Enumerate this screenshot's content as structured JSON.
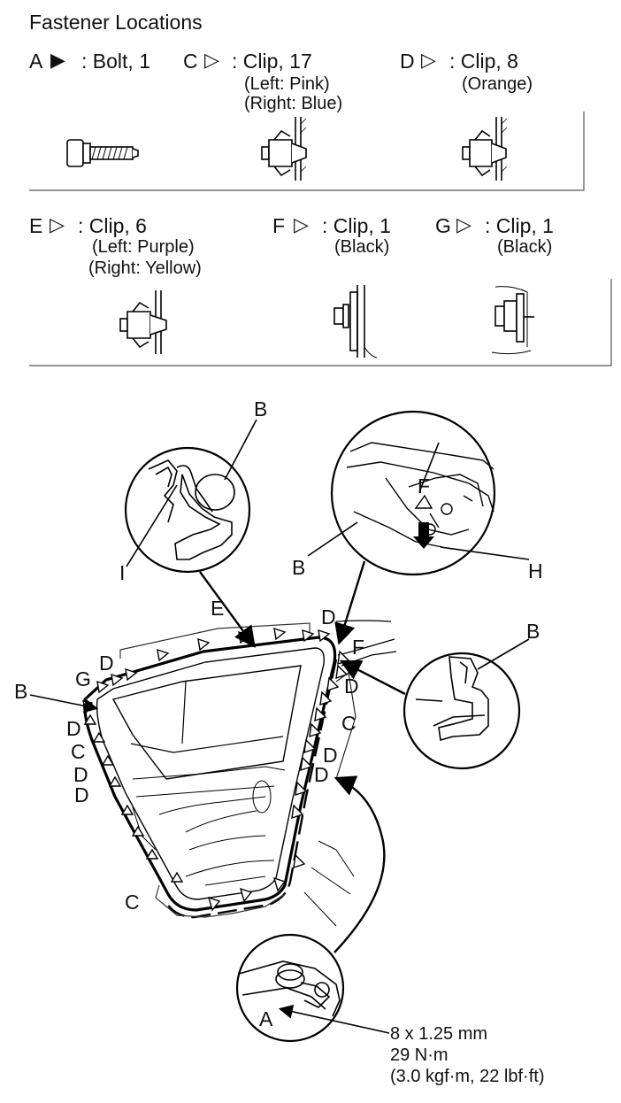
{
  "title": "Fastener Locations",
  "legend": {
    "A": {
      "letter": "A",
      "symbol": "▶",
      "desc": ": Bolt, 1"
    },
    "C": {
      "letter": "C",
      "symbol": "▷",
      "desc": ": Clip, 17",
      "note1": "(Left: Pink)",
      "note2": "(Right: Blue)"
    },
    "D": {
      "letter": "D",
      "symbol": "▷",
      "desc": ": Clip, 8",
      "note1": "(Orange)"
    },
    "E": {
      "letter": "E",
      "symbol": "▷",
      "desc": ": Clip, 6",
      "note1": "(Left: Purple)",
      "note2": "(Right: Yellow)"
    },
    "F": {
      "letter": "F",
      "symbol": "▷",
      "desc": ": Clip, 1",
      "note1": "(Black)"
    },
    "G": {
      "letter": "G",
      "symbol": "▷",
      "desc": ": Clip, 1",
      "note1": "(Black)"
    }
  },
  "callouts": {
    "B": "B",
    "C": "C",
    "D": "D",
    "E": "E",
    "F": "F",
    "G": "G",
    "H": "H",
    "I": "I",
    "A": "A"
  },
  "spec": {
    "size": "8 x 1.25 mm",
    "torque": "29 N·m",
    "torque_alt": "(3.0 kgf·m, 22 lbf·ft)"
  }
}
